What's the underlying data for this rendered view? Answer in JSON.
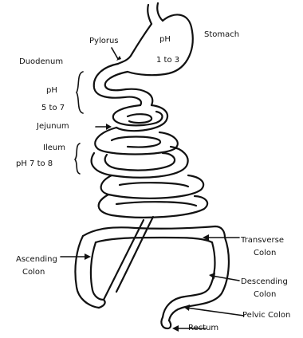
{
  "labels": {
    "pylorus": "Pylorus",
    "stomach_ph": "pH",
    "stomach_ph_range": "1 to 3",
    "stomach": "Stomach",
    "duodenum": "Duodenum",
    "duodenum_ph": "pH",
    "duodenum_ph_range": "5 to 7",
    "jejunum": "Jejunum",
    "ileum": "Ileum",
    "ileum_ph": "pH 7 to 8",
    "transverse_colon_1": "Transverse",
    "transverse_colon_2": "Colon",
    "ascending_colon_1": "Ascending",
    "ascending_colon_2": "Colon",
    "descending_colon_1": "Descending",
    "descending_colon_2": "Colon",
    "pelvic_colon": "Pelvic Colon",
    "rectum": "Rectum"
  }
}
